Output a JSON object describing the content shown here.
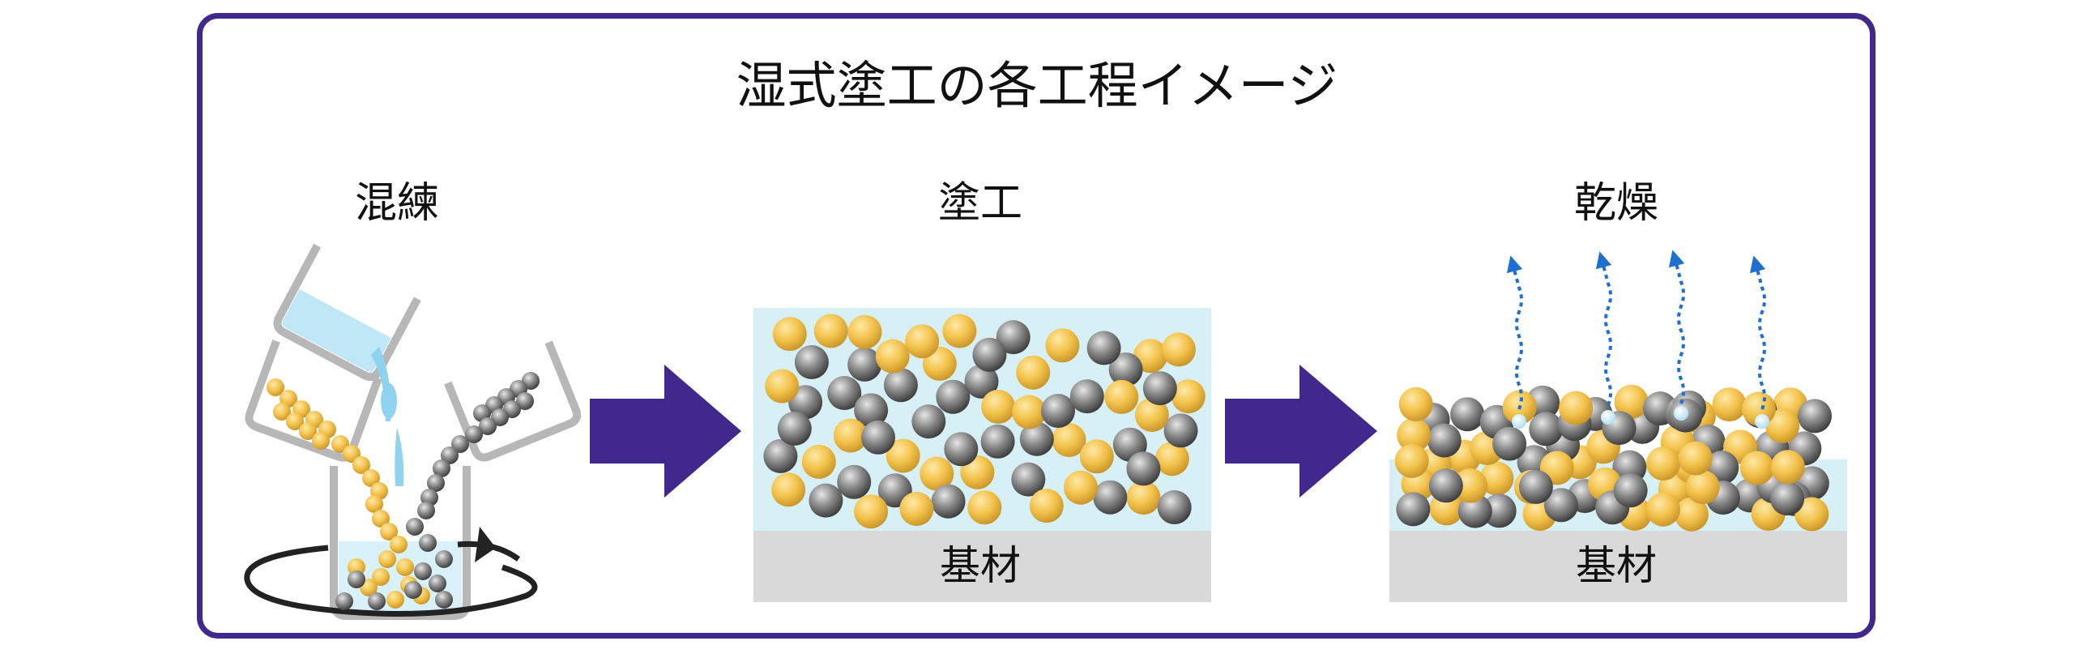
{
  "title": "湿式塗工の各工程イメージ",
  "stages": [
    {
      "label": "混練"
    },
    {
      "label": "塗工"
    },
    {
      "label": "乾燥"
    }
  ],
  "substrate_label": "基材",
  "colors": {
    "frame": "#40288c",
    "arrow": "#40288c",
    "slurry": "#d6f0f6",
    "substrate": "#d9d9d9",
    "gold_particle": "#f2c24a",
    "gray_particle": "#8a8a8a",
    "vapor_arrow": "#1f6fd1",
    "beaker_outline": "#b7b7b7",
    "liquid": "#8fd3ef"
  },
  "icons": [
    "mixing-beaker-icon",
    "rotation-arrow-icon",
    "process-arrow-icon",
    "vapor-arrow-icon"
  ]
}
